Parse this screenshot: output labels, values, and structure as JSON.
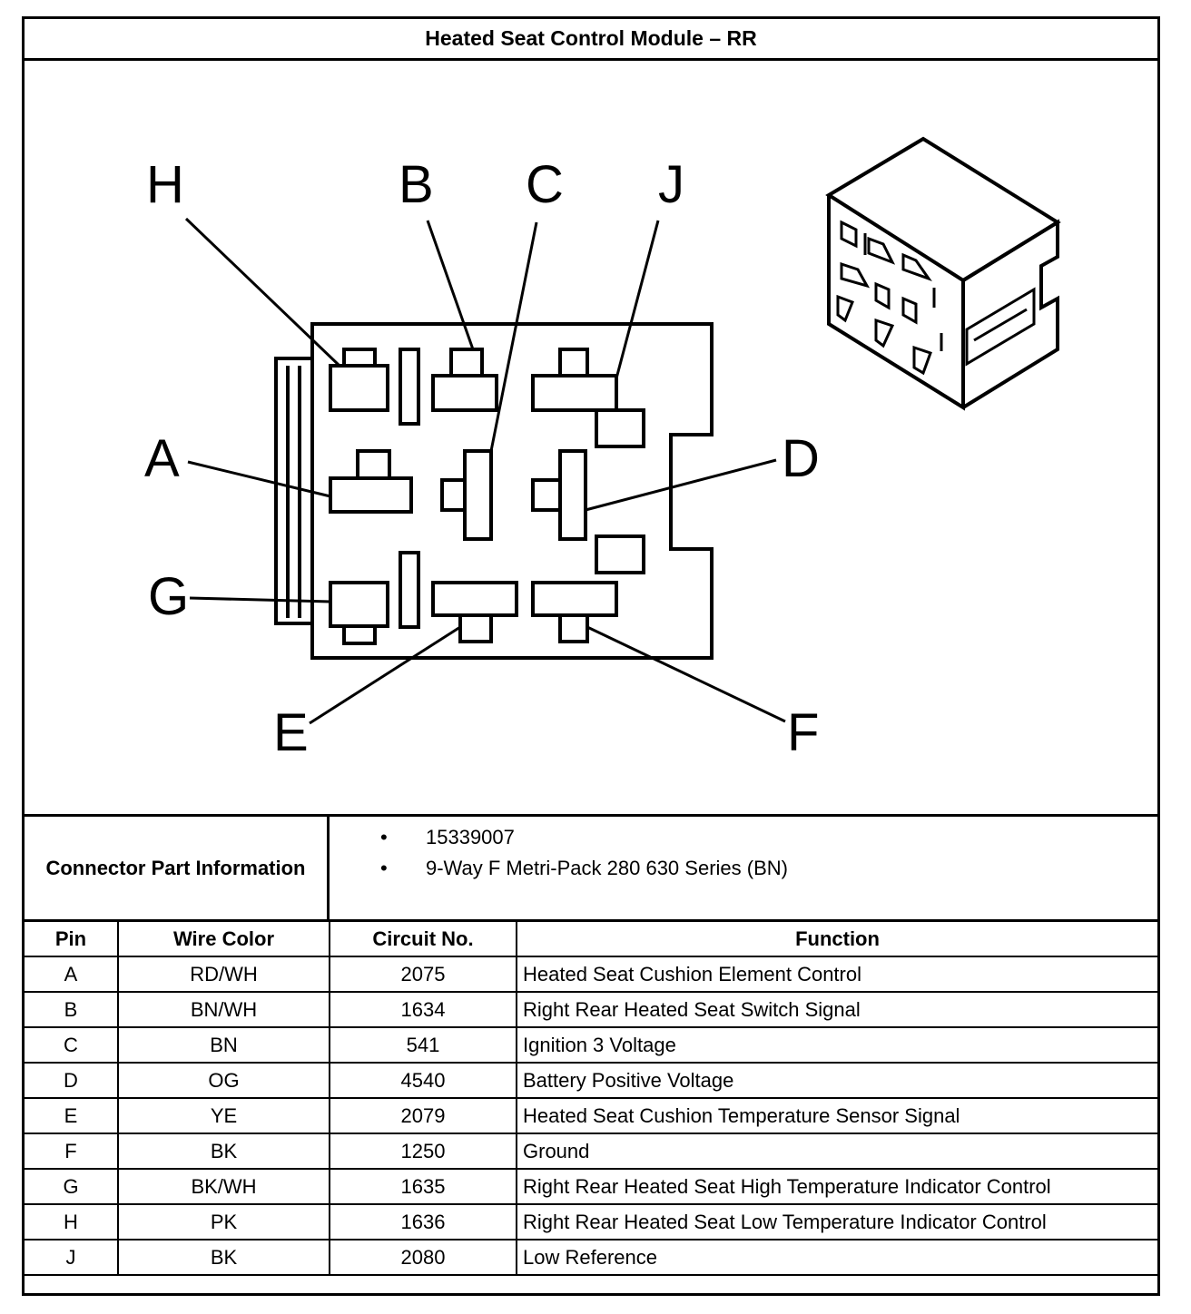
{
  "title": "Heated Seat Control Module – RR",
  "pin_labels": {
    "H": "H",
    "B": "B",
    "C": "C",
    "J": "J",
    "A": "A",
    "D": "D",
    "G": "G",
    "E": "E",
    "F": "F"
  },
  "connector_info": {
    "label": "Connector Part Information",
    "bullet": "•",
    "items": [
      "15339007",
      "9-Way F Metri-Pack 280 630 Series (BN)"
    ]
  },
  "table": {
    "headers": [
      "Pin",
      "Wire Color",
      "Circuit No.",
      "Function"
    ],
    "rows": [
      [
        "A",
        "RD/WH",
        "2075",
        "Heated Seat Cushion Element Control"
      ],
      [
        "B",
        "BN/WH",
        "1634",
        "Right Rear Heated Seat Switch Signal"
      ],
      [
        "C",
        "BN",
        "541",
        "Ignition 3 Voltage"
      ],
      [
        "D",
        "OG",
        "4540",
        "Battery Positive Voltage"
      ],
      [
        "E",
        "YE",
        "2079",
        "Heated Seat Cushion Temperature Sensor Signal"
      ],
      [
        "F",
        "BK",
        "1250",
        "Ground"
      ],
      [
        "G",
        "BK/WH",
        "1635",
        "Right Rear Heated Seat High Temperature Indicator Control"
      ],
      [
        "H",
        "PK",
        "1636",
        "Right Rear Heated Seat Low Temperature Indicator Control"
      ],
      [
        "J",
        "BK",
        "2080",
        "Low Reference"
      ]
    ]
  }
}
